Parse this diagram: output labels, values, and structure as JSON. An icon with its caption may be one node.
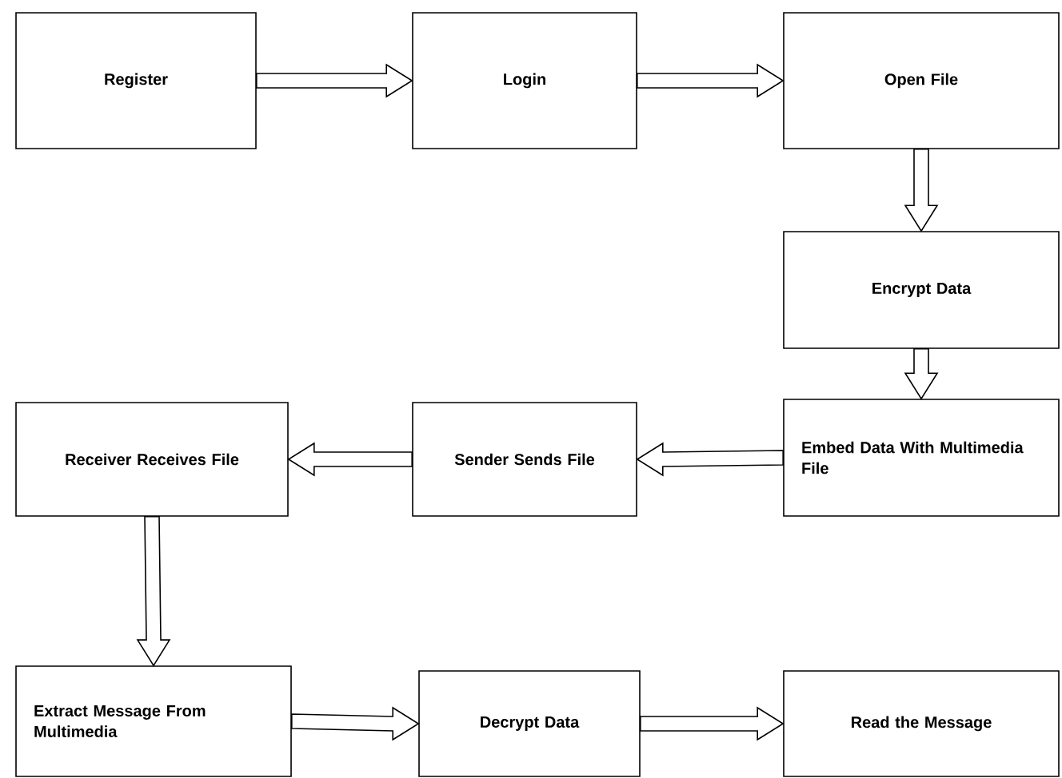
{
  "diagram": {
    "nodes": [
      {
        "text": [
          "Register"
        ]
      },
      {
        "text": [
          "Login"
        ]
      },
      {
        "text": [
          "Open File"
        ]
      },
      {
        "text": [
          "Encrypt Data"
        ]
      },
      {
        "text": [
          "Embed Data With Multimedia File"
        ]
      },
      {
        "text": [
          "Sender Sends File"
        ]
      },
      {
        "text": [
          "Receiver Receives File"
        ]
      },
      {
        "text": [
          "Extract Message From Multimedia"
        ]
      },
      {
        "text": [
          "Decrypt Data"
        ]
      },
      {
        "text": [
          "Read the Message"
        ]
      }
    ],
    "edges": [
      {
        "from": 0,
        "to": 1,
        "arrow": "to"
      },
      {
        "from": 1,
        "to": 2,
        "arrow": "to"
      },
      {
        "from": 2,
        "to": 3,
        "arrow": "to"
      },
      {
        "from": 3,
        "to": 4,
        "arrow": "to"
      },
      {
        "from": 4,
        "to": 5,
        "arrow": "to"
      },
      {
        "from": 5,
        "to": 6,
        "arrow": "to"
      },
      {
        "from": 6,
        "to": 7,
        "arrow": "to"
      },
      {
        "from": 7,
        "to": 8,
        "arrow": "to"
      },
      {
        "from": 8,
        "to": 9,
        "arrow": "to"
      }
    ]
  }
}
